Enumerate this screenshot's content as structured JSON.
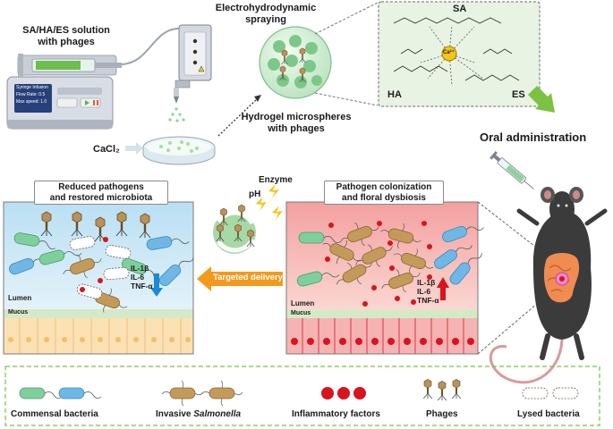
{
  "top": {
    "solution_label": "SA/HA/ES solution\nwith phages",
    "spraying_label": "Electrohydrodynamic\nspraying",
    "cacl2_label": "CaCl₂",
    "microspheres_label": "Hydrogel microspheres\nwith phages",
    "oral_label": "Oral administration",
    "pump_screen_lines": [
      "Syringe Infusion",
      "Flow Rate: 0.5",
      "Max speed: 1.0"
    ]
  },
  "polymer": {
    "sa": "SA",
    "ha": "HA",
    "es": "ES",
    "ion": "Ca²⁺"
  },
  "left_panel": {
    "title": "Reduced pathogens\nand restored microbiota",
    "lumen": "Lumen",
    "mucus": "Mucus",
    "cytokines": "IL-1β\nIL-6\nTNF-α"
  },
  "right_panel": {
    "title": "Pathogen colonization\nand floral dysbiosis",
    "lumen": "Lumen",
    "mucus": "Mucus",
    "cytokines": "IL-1β\nIL-6\nTNF-α"
  },
  "middle": {
    "enzyme": "Enzyme",
    "ph": "pH",
    "delivery": "Targeted delivery"
  },
  "legend": {
    "commensal": "Commensal bacteria",
    "invasive_prefix": "Invasive ",
    "invasive_italic": "Salmonella",
    "inflammatory": "Inflammatory factors",
    "phages": "Phages",
    "lysed": "Lysed bacteria"
  },
  "colors": {
    "commensal_green": "#7fcf9c",
    "commensal_blue": "#6fb8e6",
    "salmonella": "#c49a5a",
    "inflammatory_red": "#d8141f",
    "left_bg": "#cfe8f5",
    "right_bg": "#f4a8a8",
    "arrow_orange": "#f39a1e",
    "arrow_green": "#7cc242"
  }
}
